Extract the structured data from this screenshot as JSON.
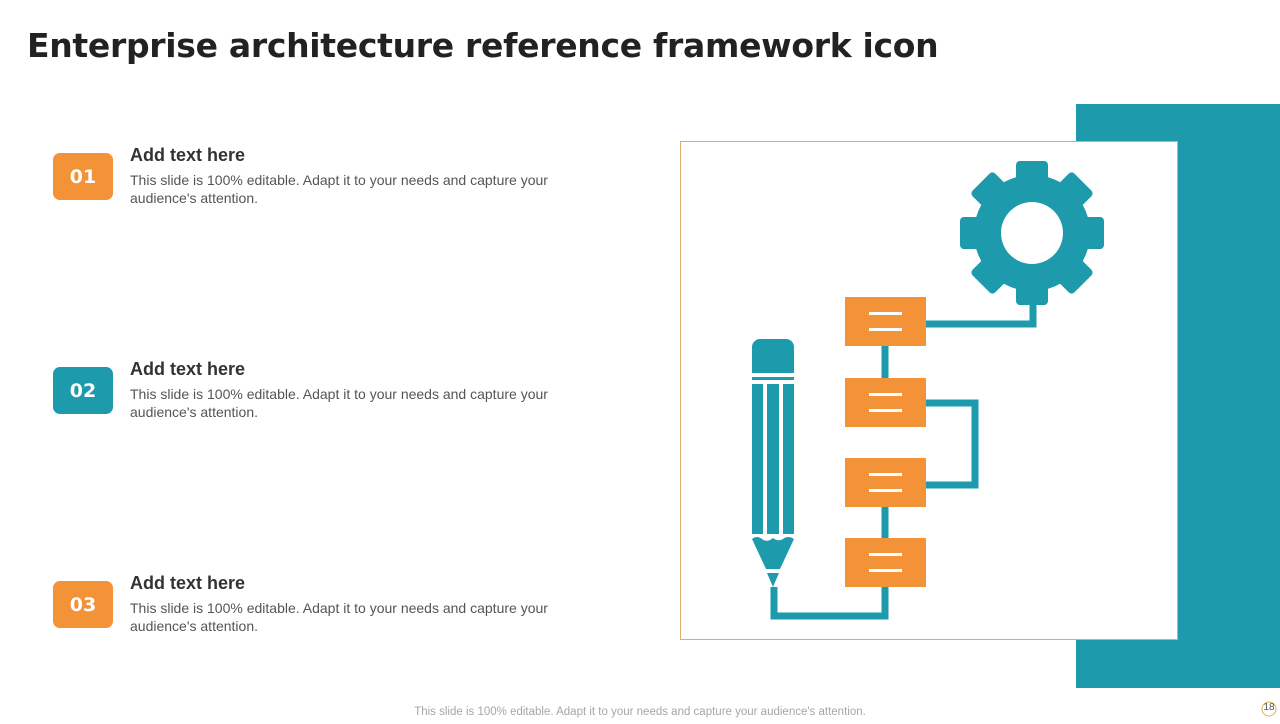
{
  "title": "Enterprise architecture reference framework icon",
  "colors": {
    "orange": "#f39237",
    "teal": "#1e9aad",
    "frame_border": "#d9ae6e"
  },
  "items": [
    {
      "number": "01",
      "color": "orange",
      "heading": "Add text here",
      "description": "This slide is 100% editable.  Adapt it to your needs and capture your audience's attention."
    },
    {
      "number": "02",
      "color": "teal",
      "heading": "Add text here",
      "description": "This slide is 100% editable.  Adapt it to your needs and capture your audience's attention."
    },
    {
      "number": "03",
      "color": "orange",
      "heading": "Add text here",
      "description": "This slide is 100% editable.  Adapt it to your needs and capture your audience's attention."
    }
  ],
  "illustration": {
    "icons": [
      "gear-icon",
      "pencil-icon",
      "flowchart-box-icon"
    ],
    "flow_box_count": 4
  },
  "footer": "This slide is 100% editable. Adapt it to your needs and capture your audience's attention.",
  "page_number": "18"
}
